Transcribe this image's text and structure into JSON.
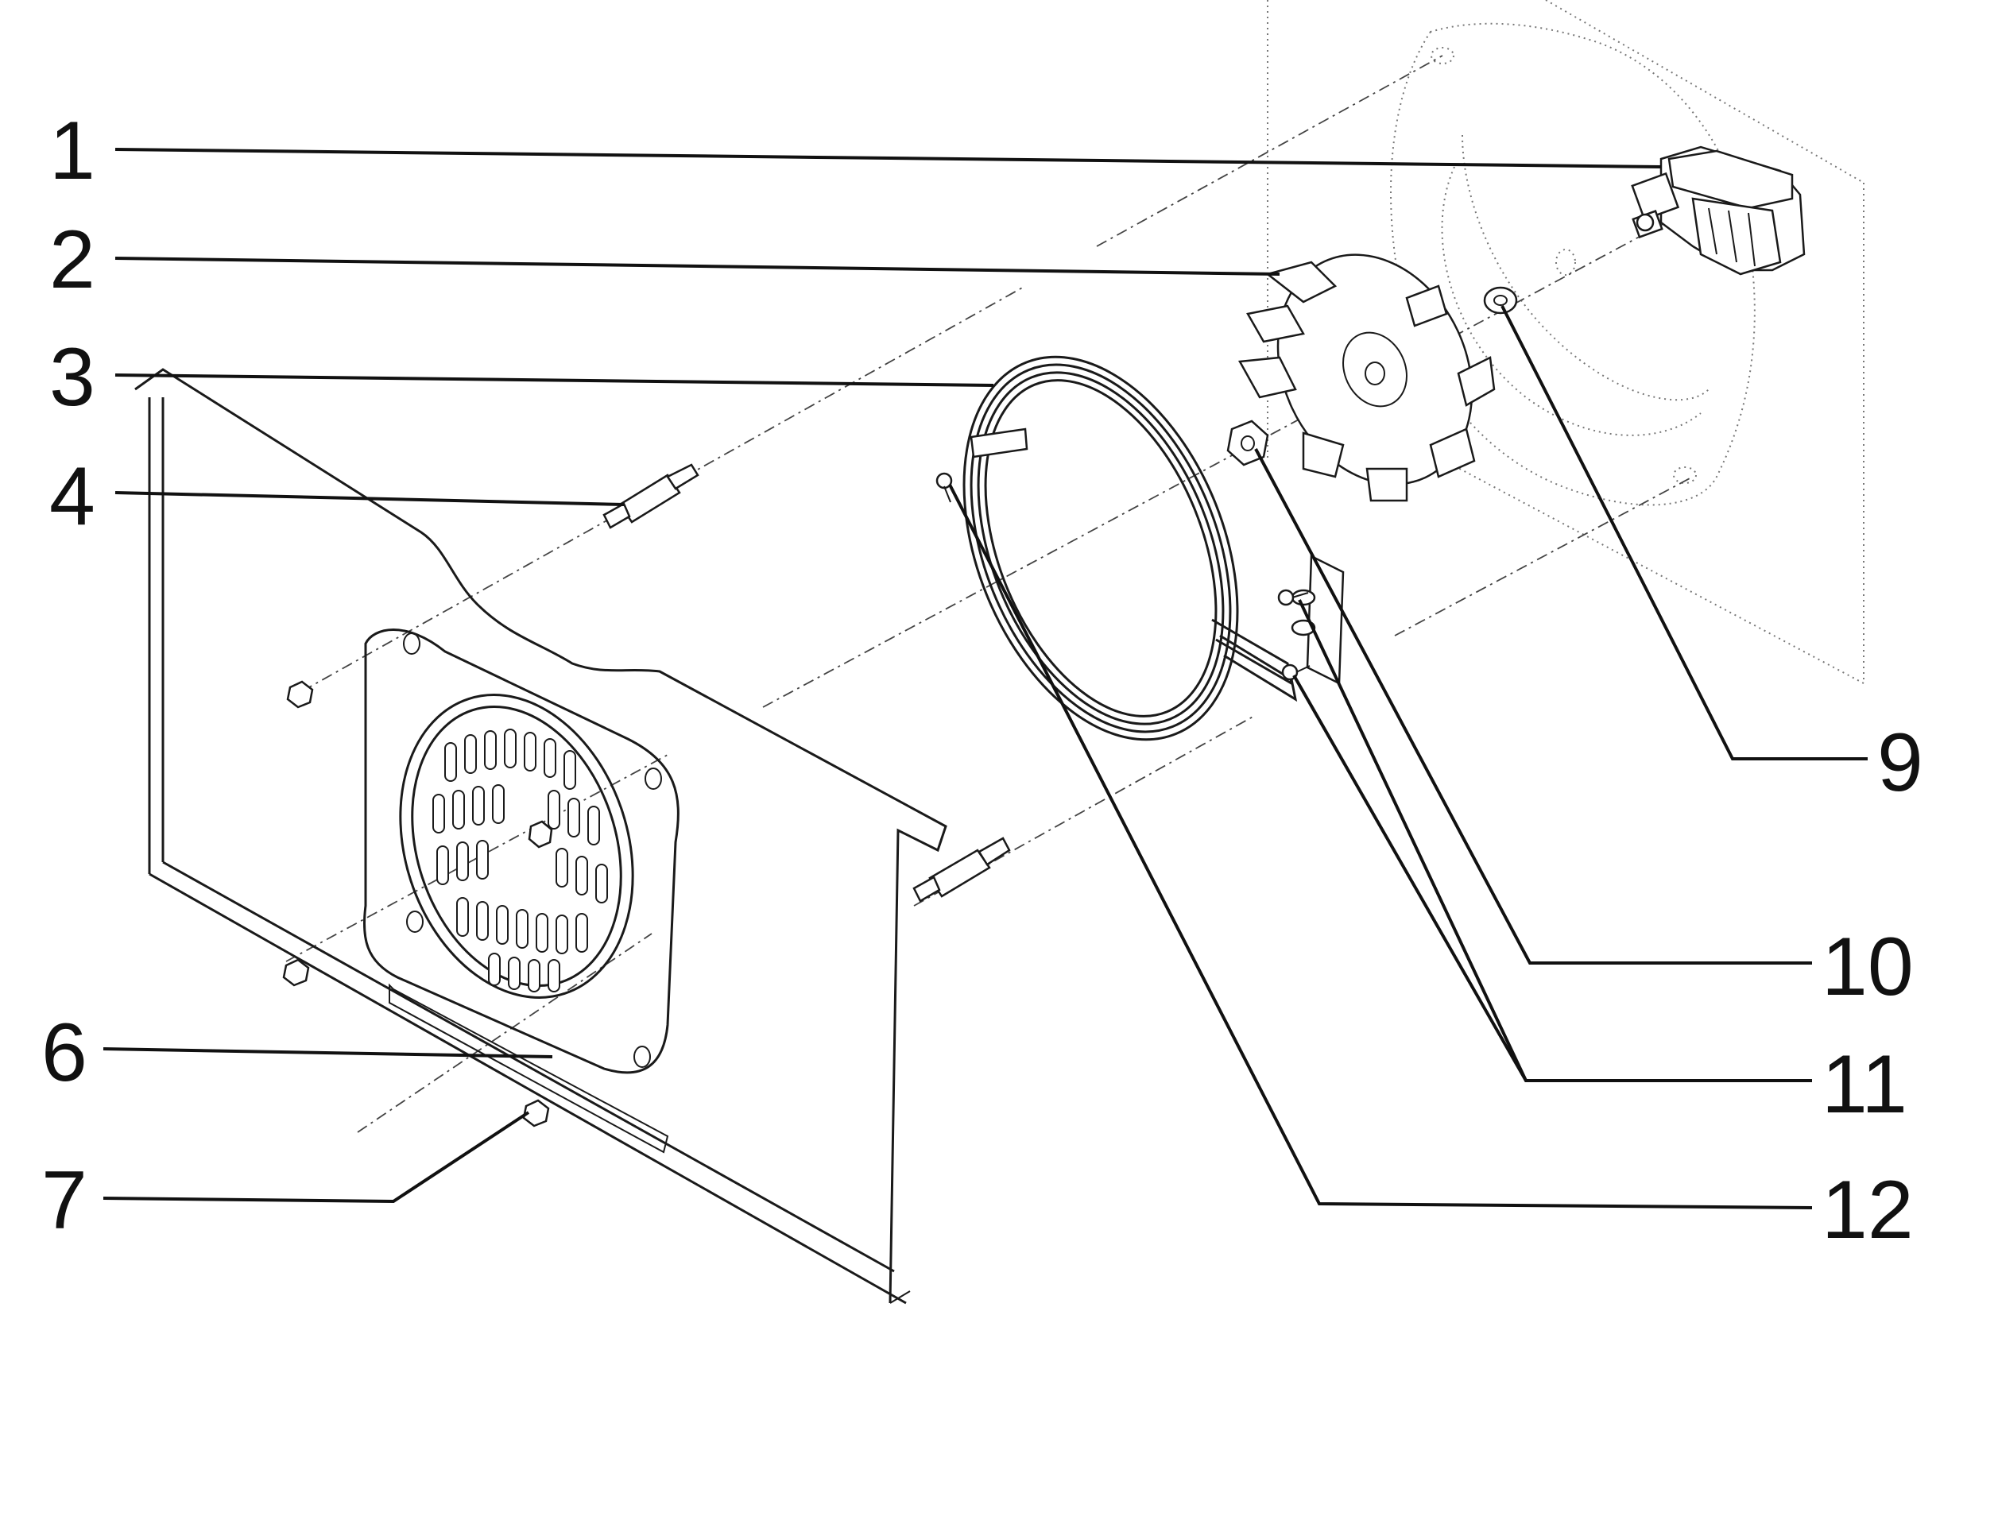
{
  "diagram": {
    "callouts": [
      {
        "id": "c1",
        "label": "1"
      },
      {
        "id": "c2",
        "label": "2"
      },
      {
        "id": "c3",
        "label": "3"
      },
      {
        "id": "c4",
        "label": "4"
      },
      {
        "id": "c6",
        "label": "6"
      },
      {
        "id": "c7",
        "label": "7"
      },
      {
        "id": "c9",
        "label": "9"
      },
      {
        "id": "c10",
        "label": "10"
      },
      {
        "id": "c11",
        "label": "11"
      },
      {
        "id": "c12",
        "label": "12"
      }
    ]
  }
}
